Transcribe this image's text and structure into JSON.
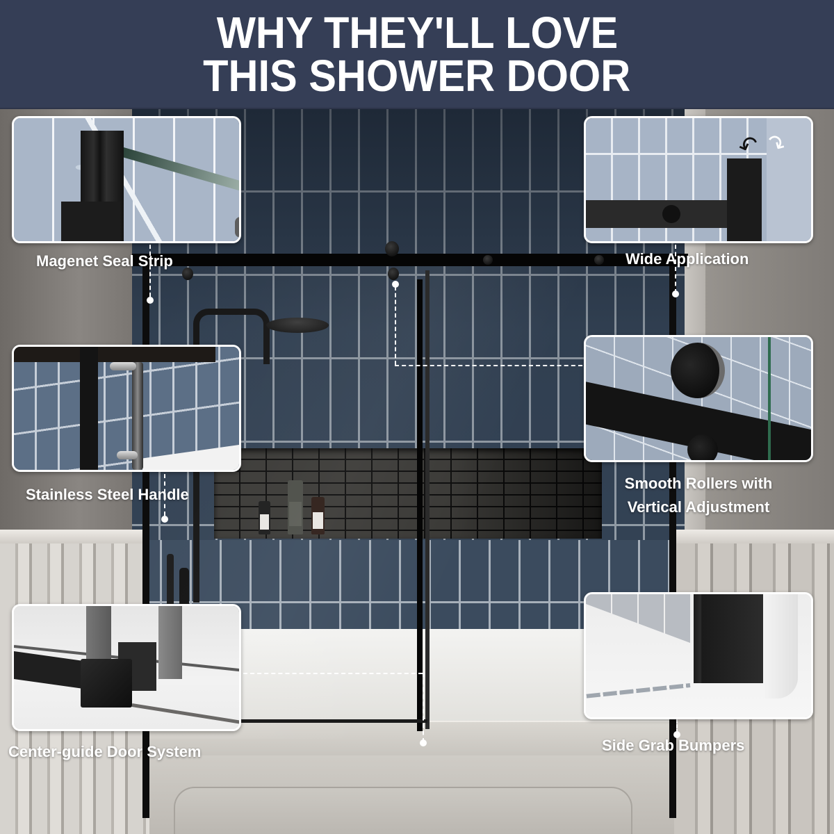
{
  "header": {
    "title_line1": "WHY THEY'LL LOVE",
    "title_line2": "THIS SHOWER DOOR",
    "background_color": "#353e56",
    "text_color": "#ffffff"
  },
  "features": [
    {
      "id": "seal-strip",
      "label": "Magenet Seal Strip",
      "position": "top-left"
    },
    {
      "id": "wide-application",
      "label": "Wide Application",
      "position": "top-right"
    },
    {
      "id": "handle",
      "label": "Stainless Steel Handle",
      "position": "middle-left"
    },
    {
      "id": "rollers",
      "label_line1": "Smooth Rollers with",
      "label_line2": "Vertical Adjustment",
      "position": "middle-right"
    },
    {
      "id": "center-guide",
      "label": "Center-guide Door System",
      "position": "bottom-left"
    },
    {
      "id": "bumpers",
      "label": "Side Grab Bumpers",
      "position": "bottom-right"
    }
  ],
  "scene": {
    "tile_color": "#37475a",
    "grout_color": "#9ea8b2",
    "frame_color": "#0d0d0d",
    "panel_border_color": "#ffffff"
  }
}
